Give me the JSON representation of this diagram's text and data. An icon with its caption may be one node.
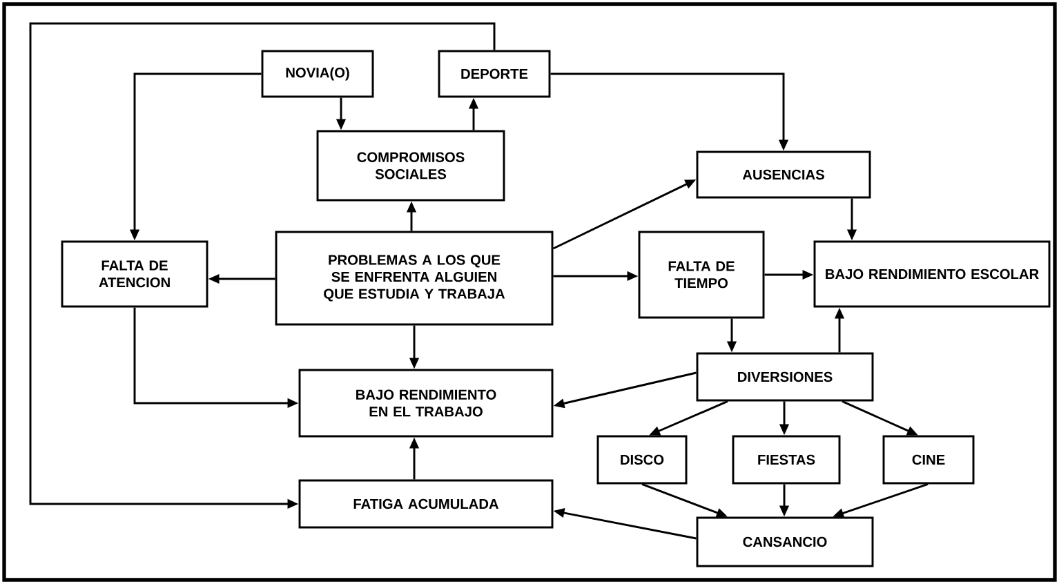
{
  "diagram": {
    "nodes": [
      {
        "text": [
          "NOVIA(O)"
        ]
      },
      {
        "text": [
          "DEPORTE"
        ]
      },
      {
        "text": [
          "COMPROMISOS SOCIALES"
        ]
      },
      {
        "text": [
          "FALTA DE ATENCION"
        ]
      },
      {
        "text": [
          "PROBLEMAS A LOS QUE SE ENFRENTA ALGUIEN QUE ESTUDIA Y TRABAJA"
        ]
      },
      {
        "text": [
          "AUSENCIAS"
        ]
      },
      {
        "text": [
          "FALTA DE TIEMPO"
        ]
      },
      {
        "text": [
          "BAJO RENDIMIENTO ESCOLAR"
        ]
      },
      {
        "text": [
          "DIVERSIONES"
        ]
      },
      {
        "text": [
          "BAJO RENDIMIENTO EN EL TRABAJO"
        ]
      },
      {
        "text": [
          "DISCO"
        ]
      },
      {
        "text": [
          "FIESTAS"
        ]
      },
      {
        "text": [
          "CINE"
        ]
      },
      {
        "text": [
          "FATIGA ACUMULADA"
        ]
      },
      {
        "text": [
          "CANSANCIO"
        ]
      }
    ],
    "edges": [
      {
        "from": 0,
        "to": 2,
        "arrow": "to"
      },
      {
        "from": 0,
        "to": 3,
        "arrow": "to"
      },
      {
        "from": 2,
        "to": 1,
        "arrow": "to"
      },
      {
        "from": 1,
        "to": 5,
        "arrow": "to"
      },
      {
        "from": 1,
        "to": 13,
        "arrow": "to"
      },
      {
        "from": 4,
        "to": 2,
        "arrow": "to"
      },
      {
        "from": 4,
        "to": 3,
        "arrow": "to"
      },
      {
        "from": 4,
        "to": 5,
        "arrow": "to"
      },
      {
        "from": 4,
        "to": 6,
        "arrow": "to"
      },
      {
        "from": 4,
        "to": 9,
        "arrow": "to"
      },
      {
        "from": 3,
        "to": 9,
        "arrow": "to"
      },
      {
        "from": 5,
        "to": 7,
        "arrow": "to"
      },
      {
        "from": 6,
        "to": 7,
        "arrow": "to"
      },
      {
        "from": 6,
        "to": 8,
        "arrow": "to"
      },
      {
        "from": 8,
        "to": 7,
        "arrow": "to"
      },
      {
        "from": 8,
        "to": 9,
        "arrow": "to"
      },
      {
        "from": 8,
        "to": 10,
        "arrow": "to"
      },
      {
        "from": 8,
        "to": 11,
        "arrow": "to"
      },
      {
        "from": 8,
        "to": 12,
        "arrow": "to"
      },
      {
        "from": 10,
        "to": 14,
        "arrow": "to"
      },
      {
        "from": 11,
        "to": 14,
        "arrow": "to"
      },
      {
        "from": 12,
        "to": 14,
        "arrow": "to"
      },
      {
        "from": 14,
        "to": 13,
        "arrow": "to"
      },
      {
        "from": 13,
        "to": 9,
        "arrow": "to"
      }
    ]
  }
}
